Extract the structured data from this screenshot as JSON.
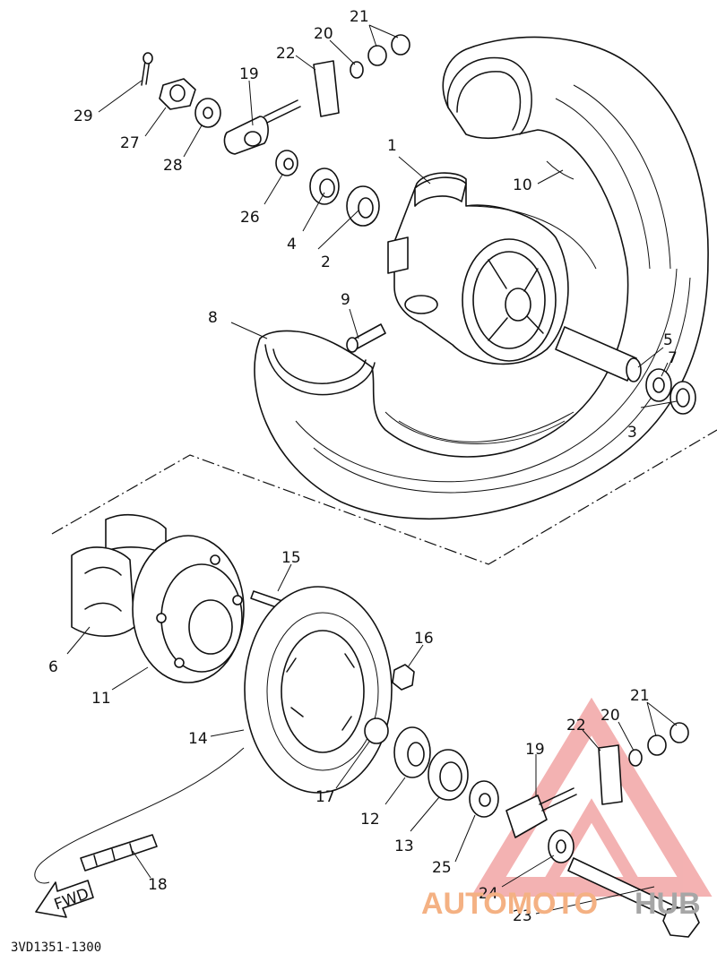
{
  "parts": [
    {
      "id": "1",
      "label": "1"
    },
    {
      "id": "2",
      "label": "2"
    },
    {
      "id": "3",
      "label": "3"
    },
    {
      "id": "4",
      "label": "4"
    },
    {
      "id": "5",
      "label": "5"
    },
    {
      "id": "6",
      "label": "6"
    },
    {
      "id": "7",
      "label": "7"
    },
    {
      "id": "8",
      "label": "8"
    },
    {
      "id": "9",
      "label": "9"
    },
    {
      "id": "10",
      "label": "10"
    },
    {
      "id": "11",
      "label": "11"
    },
    {
      "id": "12",
      "label": "12"
    },
    {
      "id": "13",
      "label": "13"
    },
    {
      "id": "14",
      "label": "14"
    },
    {
      "id": "15",
      "label": "15"
    },
    {
      "id": "16",
      "label": "16"
    },
    {
      "id": "17",
      "label": "17"
    },
    {
      "id": "18",
      "label": "18"
    },
    {
      "id": "19a",
      "label": "19"
    },
    {
      "id": "19b",
      "label": "19"
    },
    {
      "id": "20a",
      "label": "20"
    },
    {
      "id": "20b",
      "label": "20"
    },
    {
      "id": "21a",
      "label": "21"
    },
    {
      "id": "21b",
      "label": "21"
    },
    {
      "id": "22a",
      "label": "22"
    },
    {
      "id": "22b",
      "label": "22"
    },
    {
      "id": "23",
      "label": "23"
    },
    {
      "id": "24",
      "label": "24"
    },
    {
      "id": "25",
      "label": "25"
    },
    {
      "id": "26",
      "label": "26"
    },
    {
      "id": "27",
      "label": "27"
    },
    {
      "id": "28",
      "label": "28"
    },
    {
      "id": "29",
      "label": "29"
    }
  ],
  "fwd_label": "FWD",
  "diagram_code": "3VD1351-1300",
  "watermark": {
    "text_prefix": "AUTOMOTO",
    "text_suffix": "HUB",
    "prefix_color": "#f4b183",
    "suffix_color": "#a6a6a6",
    "logo_color": "#f2a5a5"
  }
}
